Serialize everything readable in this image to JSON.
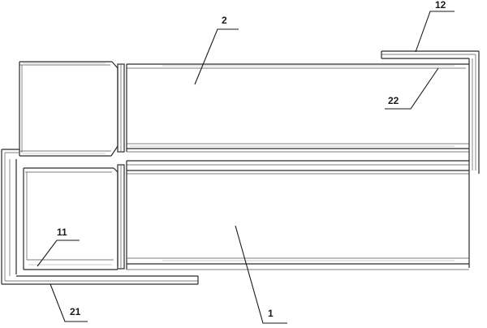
{
  "labels": {
    "part_1": "1",
    "part_2": "2",
    "part_11": "11",
    "part_12": "12",
    "part_21": "21",
    "part_22": "22"
  },
  "colors": {
    "line": "#2a2a2a",
    "background": "#ffffff"
  }
}
